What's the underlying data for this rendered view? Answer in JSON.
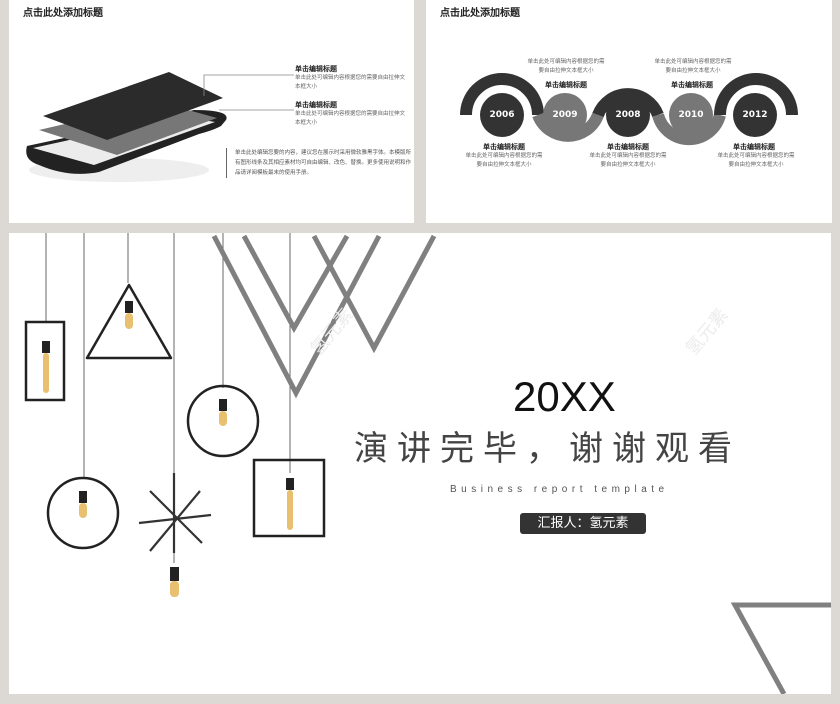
{
  "slide1": {
    "title": "点击此处添加标题",
    "items": [
      {
        "heading": "单击编辑标题",
        "body": "单击此处可编辑内容根据您的需要自由拉伸文本框大小"
      },
      {
        "heading": "单击编辑标题",
        "body": "单击此处可编辑内容根据您的需要自由拉伸文本框大小"
      }
    ],
    "paragraph": "单击此处编辑您要的内容，建议您在展示时采用微软雅黑字体。本模版所有图形线条及其相应素材均可自由编辑、改色、替换。更多使用说明和作品请详阅模板最末的使用手册。"
  },
  "slide2": {
    "title": "点击此处添加标题",
    "timeline": [
      {
        "year": "2006",
        "heading": "单击编辑标题",
        "body": "单击此处可编辑内容根据您的需要自由拉伸文本框大小",
        "color": "#333333"
      },
      {
        "year": "2009",
        "heading": "单击编辑标题",
        "body": "单击此处可编辑内容根据您的需要自由拉伸文本框大小",
        "color": "#777777"
      },
      {
        "year": "2008",
        "heading": "单击编辑标题",
        "body": "单击此处可编辑内容根据您的需要自由拉伸文本框大小",
        "color": "#333333"
      },
      {
        "year": "2010",
        "heading": "单击编辑标题",
        "body": "单击此处可编辑内容根据您的需要自由拉伸文本框大小",
        "color": "#777777"
      },
      {
        "year": "2012",
        "heading": "单击编辑标题",
        "body": "单击此处可编辑内容根据您的需要自由拉伸文本框大小",
        "color": "#333333"
      }
    ]
  },
  "slide3": {
    "year": "20XX",
    "title": "演讲完毕，谢谢观看",
    "subtitle": "Business report template",
    "presenter": "汇报人：氢元素",
    "watermark": "氢元素"
  },
  "colors": {
    "background": "#dcd9d5",
    "dark": "#333333",
    "mid": "#777777",
    "line": "#808080"
  }
}
